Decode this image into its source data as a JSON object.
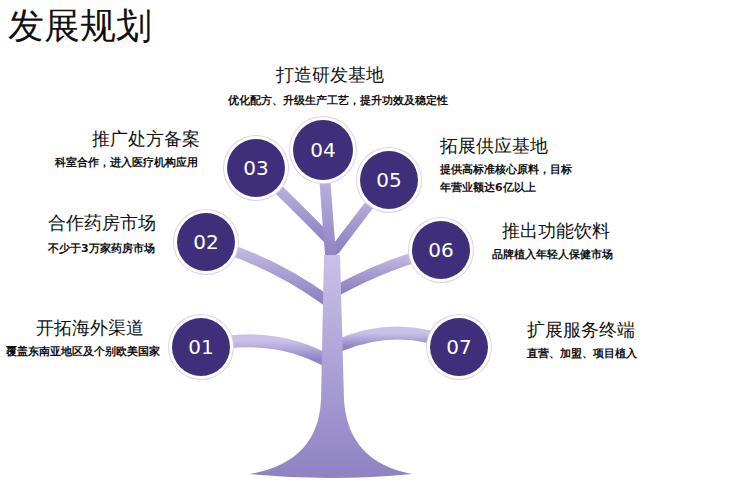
{
  "diagram": {
    "title": "发展规划",
    "nodes": [
      {
        "text": [
          "01",
          "开拓海外渠道",
          "覆盖东南亚地区及个别欧美国家"
        ]
      },
      {
        "text": [
          "02",
          "合作药房市场",
          "不少于3万家药房市场"
        ]
      },
      {
        "text": [
          "03",
          "推广处方备案",
          "科室合作，进入医疗机构应用"
        ]
      },
      {
        "text": [
          "04",
          "打造研发基地",
          "优化配方、升级生产工艺，提升功效及稳定性"
        ]
      },
      {
        "text": [
          "05",
          "拓展供应基地",
          "提供高标准核心原料，目标 年营业额达6亿以上"
        ]
      },
      {
        "text": [
          "06",
          "推出功能饮料",
          "品牌植入年轻人保健市场"
        ]
      },
      {
        "text": [
          "07",
          "扩展服务终端",
          "直营、加盟、项目植入"
        ]
      }
    ]
  }
}
